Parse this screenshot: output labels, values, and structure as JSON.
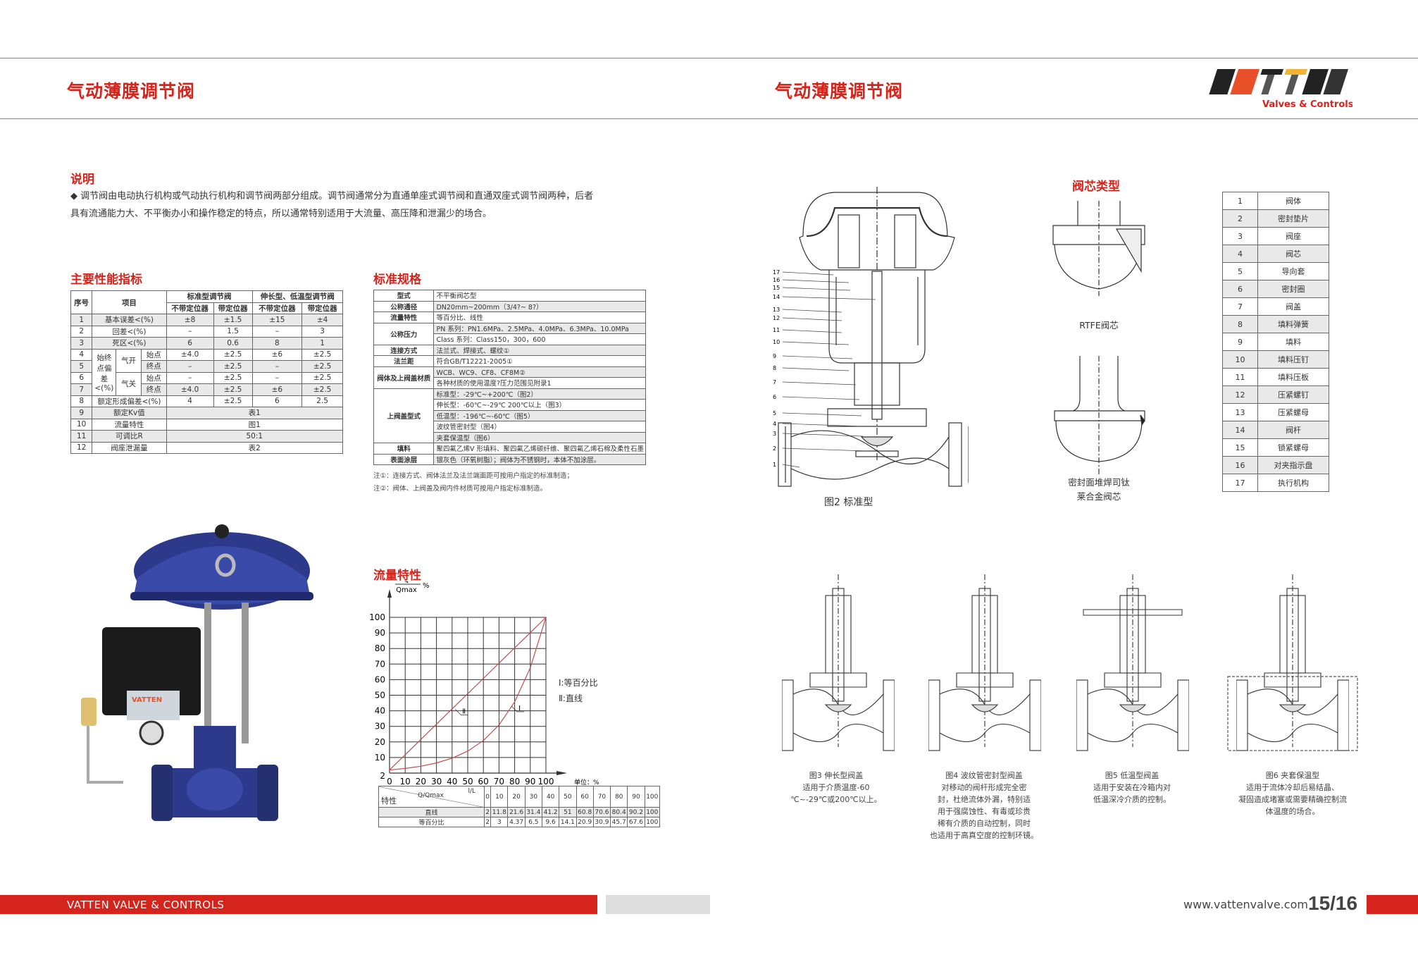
{
  "header": {
    "left_title": "气动薄膜调节阀",
    "right_title": "气动薄膜调节阀",
    "logo_text": "VATTEN",
    "logo_sub": "Valves & Controls"
  },
  "intro": {
    "heading": "说明",
    "bullet": "◆",
    "text_line1": "调节阀由电动执行机构或气动执行机构和调节阀两部分组成。调节阀通常分为直通单座式调节阀和直通双座式调节阀两种，后者",
    "text_line2": "具有流通能力大、不平衡办小和操作稳定的特点，所以通常特别适用于大流量、高压降和泄漏少的场合。"
  },
  "performance": {
    "heading": "主要性能指标",
    "headers": {
      "no": "序号",
      "item": "项目",
      "std": "标准型调节阀",
      "ext": "伸长型、低温型调节阀",
      "no_pos": "不带定位器",
      "with_pos": "带定位器"
    },
    "group_label": "始终点偏差<(%)",
    "air_open": "气开",
    "air_close": "气关",
    "rows": [
      {
        "no": "1",
        "item": "基本误差<(%)",
        "v": [
          "±8",
          "±1.5",
          "±15",
          "±4"
        ]
      },
      {
        "no": "2",
        "item": "回差<(%)",
        "v": [
          "–",
          "1.5",
          "–",
          "3"
        ]
      },
      {
        "no": "3",
        "item": "死区<(%)",
        "v": [
          "6",
          "0.6",
          "8",
          "1"
        ]
      },
      {
        "no": "4",
        "item": "始点",
        "v": [
          "±4.0",
          "±2.5",
          "±6",
          "±2.5"
        ]
      },
      {
        "no": "5",
        "item": "终点",
        "v": [
          "–",
          "±2.5",
          "–",
          "±2.5"
        ]
      },
      {
        "no": "6",
        "item": "始点",
        "v": [
          "–",
          "±2.5",
          "–",
          "±2.5"
        ]
      },
      {
        "no": "7",
        "item": "终点",
        "v": [
          "±4.0",
          "±2.5",
          "±6",
          "±2.5"
        ]
      },
      {
        "no": "8",
        "item": "额定形成偏差<(%)",
        "v": [
          "4",
          "±2.5",
          "6",
          "2.5"
        ]
      },
      {
        "no": "9",
        "item": "额定Kv值",
        "span": "表1"
      },
      {
        "no": "10",
        "item": "流量特性",
        "span": "图1"
      },
      {
        "no": "11",
        "item": "可调比R",
        "span": "50:1"
      },
      {
        "no": "12",
        "item": "阀座泄漏量",
        "span": "表2"
      }
    ]
  },
  "spec": {
    "heading": "标准规格",
    "rows": [
      {
        "key": "型式",
        "values": [
          "不平衡阀芯型"
        ]
      },
      {
        "key": "公称通径",
        "values": [
          "DN20mm~200mm（3/4?~ 8?）"
        ]
      },
      {
        "key": "流量特性",
        "values": [
          "等百分比、线性"
        ]
      },
      {
        "key": "公称压力",
        "values": [
          "PN 系列：PN1.6MPa、2.5MPa、4.0MPa、6.3MPa、10.0MPa",
          "Class 系列：Class150，300，600"
        ]
      },
      {
        "key": "连接方式",
        "values": [
          "法兰式、焊接式、螺纹①"
        ]
      },
      {
        "key": "法兰距",
        "values": [
          "符合GB/T12221-2005①"
        ]
      },
      {
        "key": "阀体及上阀盖材质",
        "values": [
          "WCB、WC9、CF8、CF8M②",
          "各种材质的使用温度?压力范围见附录1"
        ]
      },
      {
        "key": "上阀盖型式",
        "values": [
          "标准型：-29℃~+200℃（图2）",
          "伸长型：-60℃~-29℃ 200℃以上（图3）",
          "低温型：-196℃~-60℃（图5）",
          "波纹管密封型（图4）",
          "夹套保温型（图6）"
        ]
      },
      {
        "key": "填料",
        "values": [
          "聚四氟乙烯V 形填料、聚四氟乙烯碳纤维、聚四氟乙烯石棉及柔性石墨"
        ]
      },
      {
        "key": "表面涂层",
        "values": [
          "银灰色（环氧树脂）；阀体为不锈钢时，本体不加涂层。"
        ]
      }
    ],
    "notes": [
      "注①：连接方式、阀体法兰及法兰端面距可按用户指定的标准制造；",
      "注②：阀体、上阀盖及阀内件材质可按用户指定标准制造。"
    ]
  },
  "flow": {
    "heading": "流量特性",
    "legend": [
      "Ⅰ:等百分比",
      "Ⅱ:直线"
    ],
    "curve_labels": [
      "Ⅰ",
      "Ⅱ"
    ]
  },
  "chart_data": {
    "type": "line",
    "title": "流量特性",
    "ylabel_num": "Q",
    "ylabel_den": "Qmax",
    "ylabel_unit": "%",
    "xlabel": "单位：%",
    "xlim": [
      0,
      100
    ],
    "ylim": [
      0,
      100
    ],
    "grid": true,
    "xticks": [
      "0",
      "10",
      "20",
      "30",
      "40",
      "50",
      "60",
      "70",
      "80",
      "90",
      "100"
    ],
    "yticks": [
      "2",
      "10",
      "20",
      "30",
      "40",
      "50",
      "60",
      "70",
      "80",
      "90",
      "100"
    ],
    "x": [
      0,
      10,
      20,
      30,
      40,
      50,
      60,
      70,
      80,
      90,
      100
    ],
    "series": [
      {
        "name": "直线",
        "label": "Ⅱ",
        "values": [
          2,
          11.8,
          21.6,
          31.4,
          41.2,
          51,
          60.8,
          70.6,
          80.4,
          90.2,
          100
        ]
      },
      {
        "name": "等百分比",
        "label": "Ⅰ",
        "values": [
          2,
          3,
          4.37,
          6.5,
          9.6,
          14.1,
          20.9,
          30.9,
          45.7,
          67.6,
          100
        ]
      }
    ],
    "legend": "right",
    "color": "#c0504d"
  },
  "flow_table": {
    "corner_top": "l/L",
    "corner_mid": "Q/Qmax",
    "corner_bottom": "特性",
    "cols": [
      "0",
      "10",
      "20",
      "30",
      "40",
      "50",
      "60",
      "70",
      "80",
      "90",
      "100"
    ],
    "rows": [
      {
        "name": "直线",
        "v": [
          "2",
          "11.8",
          "21.6",
          "31.4",
          "41.2",
          "51",
          "60.8",
          "70.6",
          "80.4",
          "90.2",
          "100"
        ]
      },
      {
        "name": "等百分比",
        "v": [
          "2",
          "3",
          "4.37",
          "6.5",
          "9.6",
          "14.1",
          "20.9",
          "30.9",
          "45.7",
          "67.6",
          "100"
        ]
      }
    ]
  },
  "fig2": {
    "caption": "图2 标准型",
    "labels": [
      "17",
      "16",
      "15",
      "14",
      "13",
      "12",
      "11",
      "10",
      "9",
      "8",
      "7",
      "6",
      "5",
      "4",
      "3",
      "2",
      "1"
    ]
  },
  "plug": {
    "heading": "阀芯类型",
    "rtfe": "RTFE阀芯",
    "stellite_line1": "密封面堆焊司钛",
    "stellite_line2": "莱合金阀芯"
  },
  "parts": [
    {
      "no": "1",
      "name": "阀体"
    },
    {
      "no": "2",
      "name": "密封垫片"
    },
    {
      "no": "3",
      "name": "阀座"
    },
    {
      "no": "4",
      "name": "阀芯"
    },
    {
      "no": "5",
      "name": "导向套"
    },
    {
      "no": "6",
      "name": "密封圈"
    },
    {
      "no": "7",
      "name": "阀盖"
    },
    {
      "no": "8",
      "name": "填料弹簧"
    },
    {
      "no": "9",
      "name": "填料"
    },
    {
      "no": "10",
      "name": "填料压钉"
    },
    {
      "no": "11",
      "name": "填料压板"
    },
    {
      "no": "12",
      "name": "压紧螺钉"
    },
    {
      "no": "13",
      "name": "压紧螺母"
    },
    {
      "no": "14",
      "name": "阀杆"
    },
    {
      "no": "15",
      "name": "锁紧螺母"
    },
    {
      "no": "16",
      "name": "对夹指示盘"
    },
    {
      "no": "17",
      "name": "执行机构"
    }
  ],
  "bonnets": [
    {
      "title": "图3 伸长型阀盖",
      "lines": [
        "适用于介质温度-60",
        "℃~-29℃或200℃以上。"
      ]
    },
    {
      "title": "图4 波纹管密封型阀盖",
      "lines": [
        "对移动的阀杆形成完全密",
        "封，杜绝流体外漏，特别适",
        "用于强腐蚀性、有毒或珍贵",
        "稀有介质的自动控制，同时",
        "也适用于高真空度的控制环镜。"
      ]
    },
    {
      "title": "图5 低温型阀盖",
      "lines": [
        "适用于安装在冷箱内对",
        "低温深冷介质的控制。"
      ]
    },
    {
      "title": "图6 夹套保温型",
      "lines": [
        "适用于流体冷却后易结晶、",
        "凝固造成堵塞或需要精确控制流",
        "体温度的场合。"
      ]
    }
  ],
  "photo": {
    "nameplate": "VATTEN"
  },
  "footer": {
    "company": "VATTEN VALVE & CONTROLS",
    "url": "www.vattenvalve.com",
    "pages": "15/16"
  }
}
